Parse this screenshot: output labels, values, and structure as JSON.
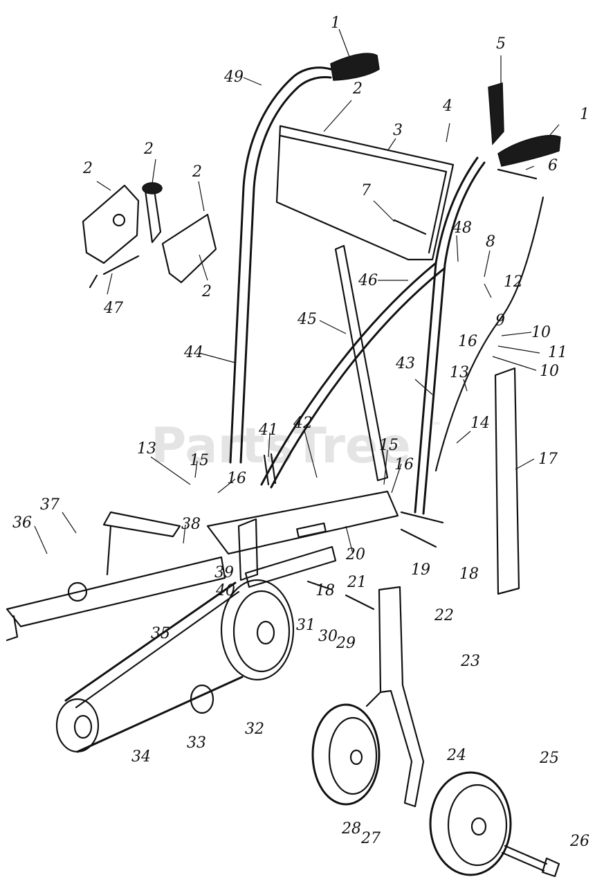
{
  "watermark": {
    "text": "PartsTree",
    "trademark": "™"
  },
  "callouts": [
    {
      "id": "c1a",
      "text": "1"
    },
    {
      "id": "c1b",
      "text": "1"
    },
    {
      "id": "c2a",
      "text": "2"
    },
    {
      "id": "c2b",
      "text": "2"
    },
    {
      "id": "c2c",
      "text": "2"
    },
    {
      "id": "c2d",
      "text": "2"
    },
    {
      "id": "c2e",
      "text": "2"
    },
    {
      "id": "c3",
      "text": "3"
    },
    {
      "id": "c4",
      "text": "4"
    },
    {
      "id": "c5",
      "text": "5"
    },
    {
      "id": "c6",
      "text": "6"
    },
    {
      "id": "c7",
      "text": "7"
    },
    {
      "id": "c8",
      "text": "8"
    },
    {
      "id": "c9",
      "text": "9"
    },
    {
      "id": "c10a",
      "text": "10"
    },
    {
      "id": "c10b",
      "text": "10"
    },
    {
      "id": "c11",
      "text": "11"
    },
    {
      "id": "c12",
      "text": "12"
    },
    {
      "id": "c13a",
      "text": "13"
    },
    {
      "id": "c13b",
      "text": "13"
    },
    {
      "id": "c14",
      "text": "14"
    },
    {
      "id": "c15a",
      "text": "15"
    },
    {
      "id": "c15b",
      "text": "15"
    },
    {
      "id": "c16a",
      "text": "16"
    },
    {
      "id": "c16b",
      "text": "16"
    },
    {
      "id": "c16c",
      "text": "16"
    },
    {
      "id": "c17",
      "text": "17"
    },
    {
      "id": "c18a",
      "text": "18"
    },
    {
      "id": "c18b",
      "text": "18"
    },
    {
      "id": "c19",
      "text": "19"
    },
    {
      "id": "c20",
      "text": "20"
    },
    {
      "id": "c21",
      "text": "21"
    },
    {
      "id": "c22",
      "text": "22"
    },
    {
      "id": "c23",
      "text": "23"
    },
    {
      "id": "c24",
      "text": "24"
    },
    {
      "id": "c25",
      "text": "25"
    },
    {
      "id": "c26",
      "text": "26"
    },
    {
      "id": "c27",
      "text": "27"
    },
    {
      "id": "c28",
      "text": "28"
    },
    {
      "id": "c29",
      "text": "29"
    },
    {
      "id": "c30",
      "text": "30"
    },
    {
      "id": "c31",
      "text": "31"
    },
    {
      "id": "c32",
      "text": "32"
    },
    {
      "id": "c33",
      "text": "33"
    },
    {
      "id": "c34",
      "text": "34"
    },
    {
      "id": "c35",
      "text": "35"
    },
    {
      "id": "c36",
      "text": "36"
    },
    {
      "id": "c37",
      "text": "37"
    },
    {
      "id": "c38",
      "text": "38"
    },
    {
      "id": "c39",
      "text": "39"
    },
    {
      "id": "c40",
      "text": "40"
    },
    {
      "id": "c41",
      "text": "41"
    },
    {
      "id": "c42",
      "text": "42"
    },
    {
      "id": "c43",
      "text": "43"
    },
    {
      "id": "c44",
      "text": "44"
    },
    {
      "id": "c45",
      "text": "45"
    },
    {
      "id": "c46",
      "text": "46"
    },
    {
      "id": "c47",
      "text": "47"
    },
    {
      "id": "c48",
      "text": "48"
    },
    {
      "id": "c49",
      "text": "49"
    }
  ]
}
